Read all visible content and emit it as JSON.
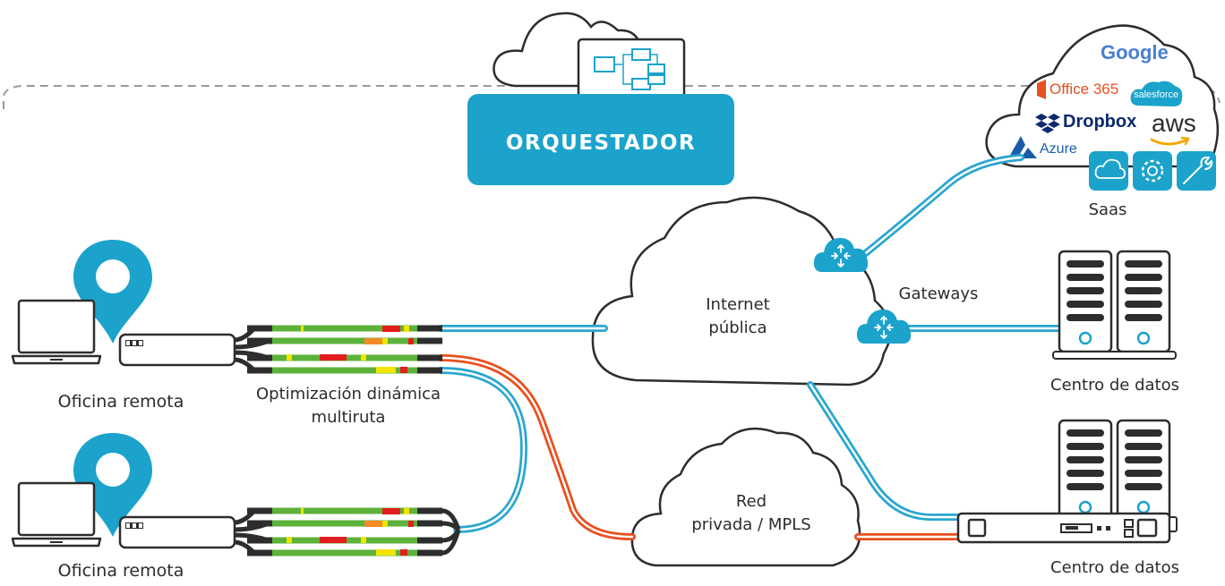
{
  "orchestrator": {
    "label": "ORQUESTADOR"
  },
  "saas": {
    "label": "Saas",
    "brands": {
      "google": "Google",
      "office": "Office 365",
      "salesforce": "salesforce",
      "dropbox": "Dropbox",
      "aws": "aws",
      "azure": "Azure"
    }
  },
  "nodes": {
    "internet": {
      "line1": "Internet",
      "line2": "pública"
    },
    "private": {
      "line1": "Red",
      "line2": "privada / MPLS"
    },
    "gateways": "Gateways",
    "datacenter_top": "Centro de datos",
    "datacenter_bottom": "Centro de datos",
    "office_top": "Oficina remota",
    "office_bottom": "Oficina remota",
    "optimization": {
      "line1": "Optimización dinámica",
      "line2": "multiruta"
    }
  },
  "colors": {
    "accent": "#1ba3cb",
    "mpls": "#e8501e",
    "dark": "#2d2d2d",
    "green": "#5cb23a",
    "red": "#e21d1d",
    "yellow": "#f2e500",
    "orange": "#f28a25",
    "link": "#2aa6d0"
  }
}
